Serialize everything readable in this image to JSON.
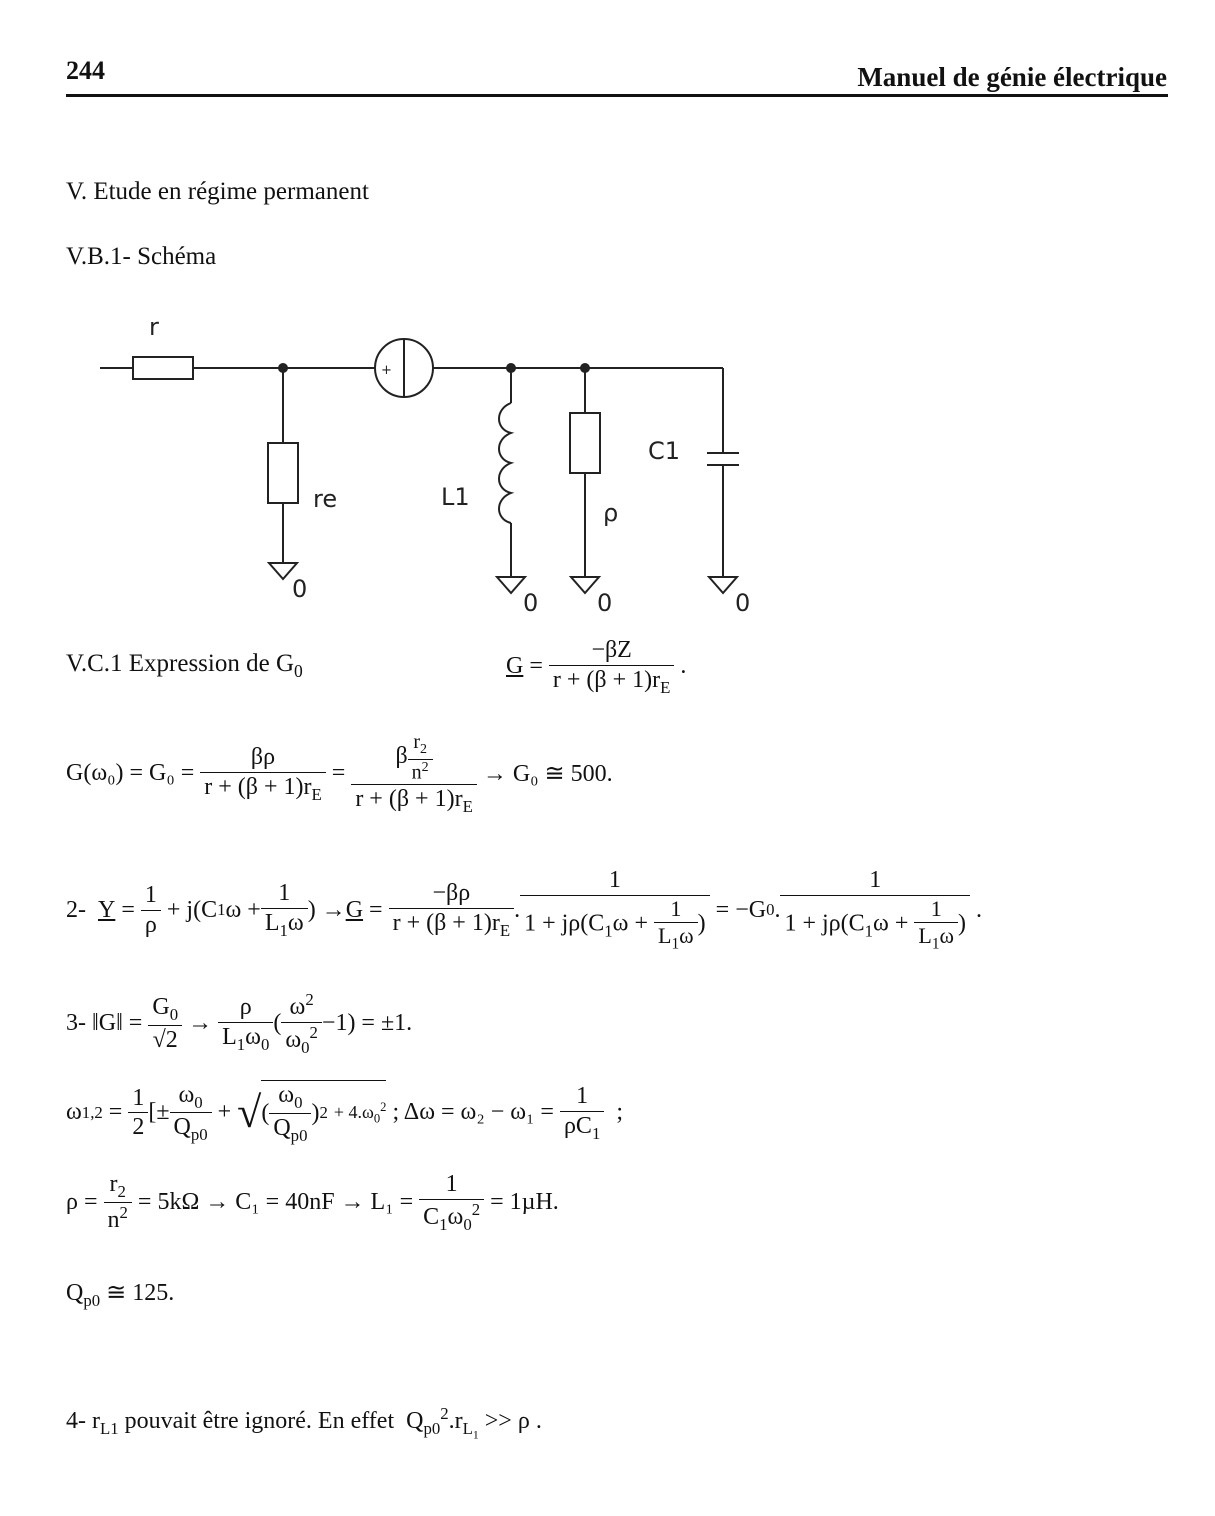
{
  "header": {
    "page_number": "244",
    "book_title": "Manuel de génie électrique"
  },
  "sections": {
    "s1": "V. Etude en régime permanent",
    "s2": "V.B.1- Schéma",
    "s3": "V.C.1 Expression de G",
    "s3_sub": "0"
  },
  "schematic": {
    "r": "r",
    "re": "re",
    "l1": "L1",
    "rho": "ρ",
    "c1": "C1",
    "gnd": "0"
  },
  "eq": {
    "g_lhs": "G",
    "g_num": "−βZ",
    "g_den": "r + (β + 1)r",
    "g0_lhs": "G(ω₀) = G₀ =",
    "g0_num1": "βρ",
    "g0_num2": "β",
    "g0_result": "→ G₀ ≅ 500.",
    "q2_label": "2-",
    "q3_label": "3-",
    "q3_rhs": "−1) = ±1.",
    "omega_line_mid": "; Δω = ω₂ − ω₁ =",
    "rho_line": "= 5kΩ → C₁ = 40nF → L₁ =",
    "rho_line_end": "= 1µH.",
    "qp0": "≅ 125.",
    "q4_label": "4-",
    "q4_text": "pouvait être ignoré. En effet",
    "q4_end": ">> ρ ."
  }
}
